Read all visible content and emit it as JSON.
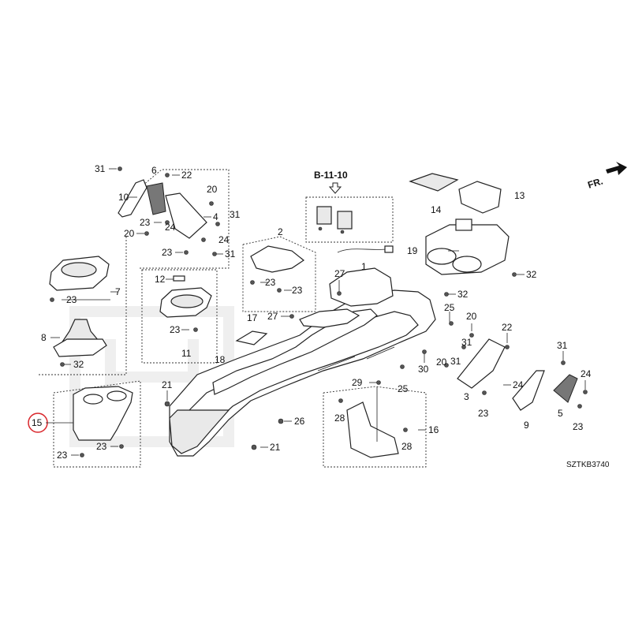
{
  "reference": "B-11-10",
  "front_label": "FR.",
  "diagram_code": "SZTKB3740",
  "highlighted_callout": "15",
  "colors": {
    "highlight": "#d9262b",
    "line": "#222222",
    "watermark": "#e3e3e3"
  },
  "callouts": [
    {
      "id": "c31a",
      "text": "31"
    },
    {
      "id": "c6",
      "text": "6"
    },
    {
      "id": "c22a",
      "text": "22"
    },
    {
      "id": "c10",
      "text": "10"
    },
    {
      "id": "c20a",
      "text": "20"
    },
    {
      "id": "c4",
      "text": "4"
    },
    {
      "id": "c31b",
      "text": "31"
    },
    {
      "id": "c23a",
      "text": "23"
    },
    {
      "id": "c24a",
      "text": "24"
    },
    {
      "id": "c20b",
      "text": "20"
    },
    {
      "id": "c24b",
      "text": "24"
    },
    {
      "id": "c23b",
      "text": "23"
    },
    {
      "id": "c31c",
      "text": "31"
    },
    {
      "id": "c7",
      "text": "7"
    },
    {
      "id": "c23c",
      "text": "23"
    },
    {
      "id": "c8",
      "text": "8"
    },
    {
      "id": "c32a",
      "text": "32"
    },
    {
      "id": "c12",
      "text": "12"
    },
    {
      "id": "c23d",
      "text": "23"
    },
    {
      "id": "c11",
      "text": "11"
    },
    {
      "id": "c2",
      "text": "2"
    },
    {
      "id": "c23e",
      "text": "23"
    },
    {
      "id": "c23f",
      "text": "23"
    },
    {
      "id": "c1",
      "text": "1"
    },
    {
      "id": "c27a",
      "text": "27"
    },
    {
      "id": "c17",
      "text": "17"
    },
    {
      "id": "c27b",
      "text": "27"
    },
    {
      "id": "c18",
      "text": "18"
    },
    {
      "id": "c21a",
      "text": "21"
    },
    {
      "id": "c15",
      "text": "15"
    },
    {
      "id": "c23g",
      "text": "23"
    },
    {
      "id": "c23h",
      "text": "23"
    },
    {
      "id": "c26",
      "text": "26"
    },
    {
      "id": "c21b",
      "text": "21"
    },
    {
      "id": "c30",
      "text": "30"
    },
    {
      "id": "c29",
      "text": "29"
    },
    {
      "id": "c25a",
      "text": "25"
    },
    {
      "id": "c25b",
      "text": "25"
    },
    {
      "id": "c16",
      "text": "16"
    },
    {
      "id": "c28a",
      "text": "28"
    },
    {
      "id": "c28b",
      "text": "28"
    },
    {
      "id": "c14",
      "text": "14"
    },
    {
      "id": "c13",
      "text": "13"
    },
    {
      "id": "c19",
      "text": "19"
    },
    {
      "id": "c32b",
      "text": "32"
    },
    {
      "id": "c32c",
      "text": "32"
    },
    {
      "id": "c20c",
      "text": "20"
    },
    {
      "id": "c22b",
      "text": "22"
    },
    {
      "id": "c31d",
      "text": "31"
    },
    {
      "id": "c20d",
      "text": "20"
    },
    {
      "id": "c31e",
      "text": "31"
    },
    {
      "id": "c3",
      "text": "3"
    },
    {
      "id": "c24c",
      "text": "24"
    },
    {
      "id": "c23i",
      "text": "23"
    },
    {
      "id": "c9",
      "text": "9"
    },
    {
      "id": "c31f",
      "text": "31"
    },
    {
      "id": "c24d",
      "text": "24"
    },
    {
      "id": "c5",
      "text": "5"
    },
    {
      "id": "c23j",
      "text": "23"
    }
  ]
}
